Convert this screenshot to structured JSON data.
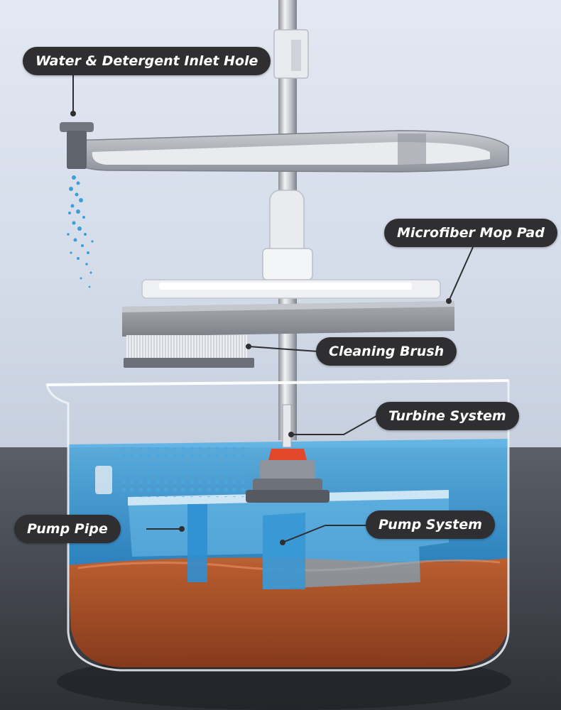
{
  "colors": {
    "background_top": "#d4dcea",
    "background_floor": "#3e4148",
    "clean_water": "#3d9ed8",
    "dirty_water": "#b55026",
    "callout_bg": "#2f2f31",
    "callout_text": "#ffffff",
    "turbine_accent": "#e2472c",
    "leader_line": "#2f2f31"
  },
  "labels": {
    "inlet": "Water & Detergent Inlet Hole",
    "mop_pad": "Microfiber Mop Pad",
    "brush": "Cleaning Brush",
    "turbine": "Turbine System",
    "pump_pipe": "Pump Pipe",
    "pump_system": "Pump System"
  }
}
